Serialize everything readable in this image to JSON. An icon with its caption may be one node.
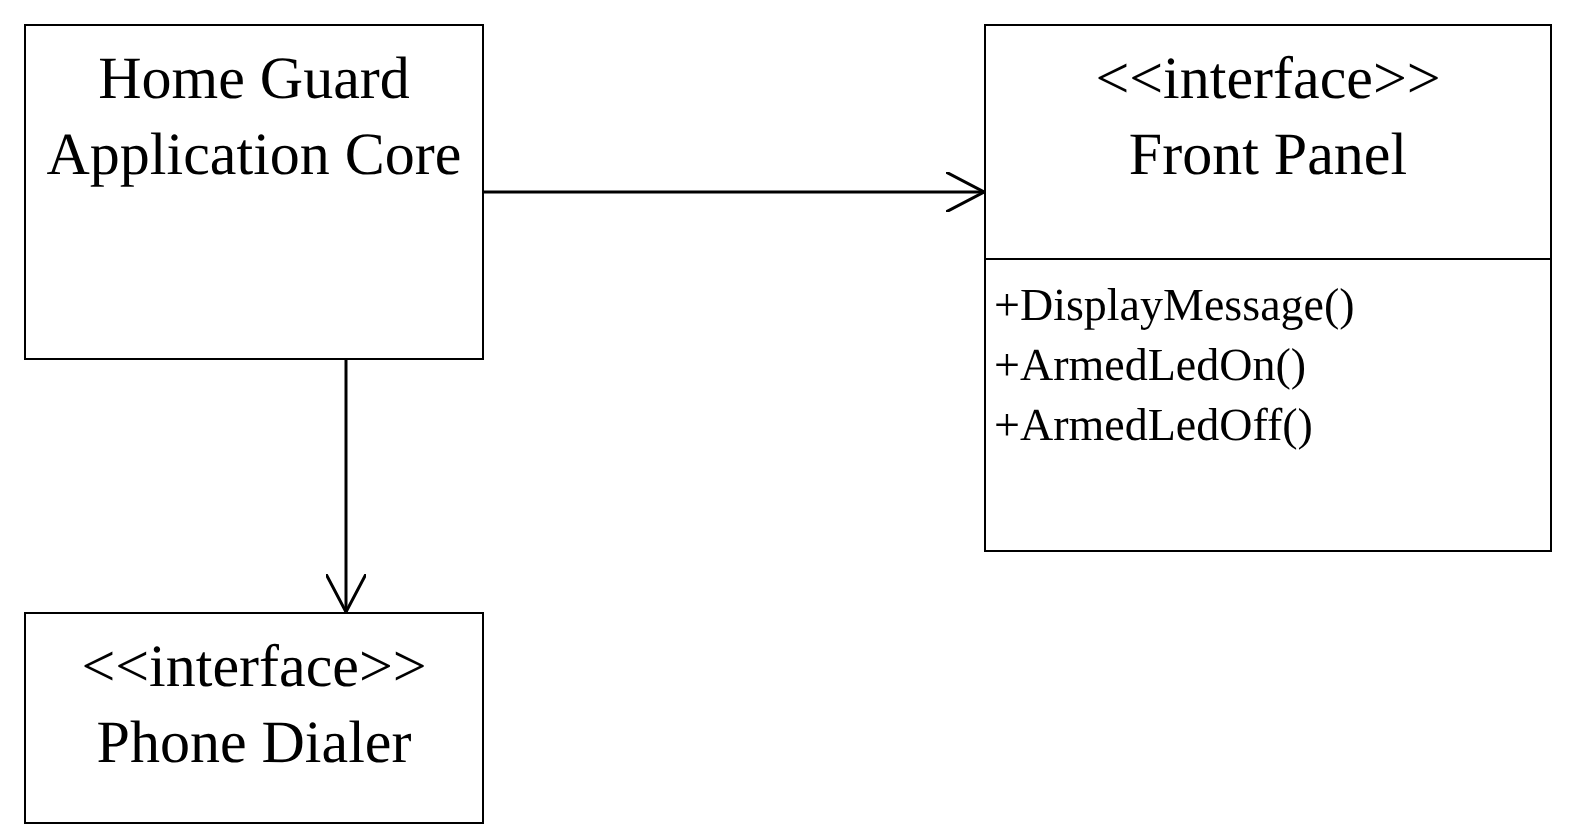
{
  "diagram": {
    "nodes": [
      {
        "text": [
          "Home Guard Application Core"
        ]
      },
      {
        "text": [
          "<<interface>>",
          "Front Panel",
          "+DisplayMessage()",
          "+ArmedLedOn()",
          "+ArmedLedOff()"
        ]
      },
      {
        "text": [
          "<<interface>>",
          "Phone Dialer"
        ]
      }
    ],
    "edges": [
      {
        "from": 0,
        "to": 1,
        "arrow": "to"
      },
      {
        "from": 0,
        "to": 2,
        "arrow": "to"
      }
    ]
  }
}
